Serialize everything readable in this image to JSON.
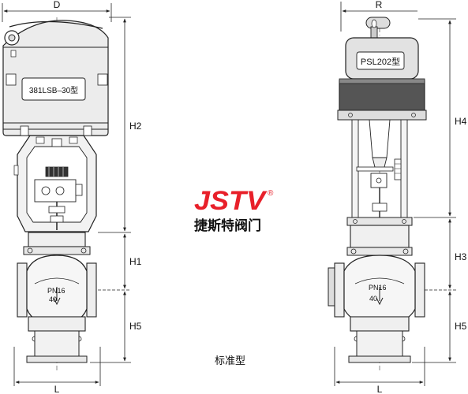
{
  "left_valve": {
    "dims": {
      "top": "D",
      "upper": "H2",
      "middle": "H1",
      "lower": "H5",
      "bottom": "L"
    },
    "actuator_model": "381LSB–30型",
    "body_label": {
      "line1": "PN16",
      "line2": "40"
    }
  },
  "right_valve": {
    "dims": {
      "top": "R",
      "upper": "H4",
      "middle": "H3",
      "lower": "H5",
      "bottom": "L"
    },
    "actuator_model": "PSL202型",
    "body_label": {
      "line1": "PN16",
      "line2": "40"
    }
  },
  "logo": {
    "mark": "JSTV",
    "registered": "®",
    "company": "捷斯特阀门",
    "colors": {
      "red": "#e8202a",
      "black": "#111111"
    }
  },
  "caption": "标准型"
}
